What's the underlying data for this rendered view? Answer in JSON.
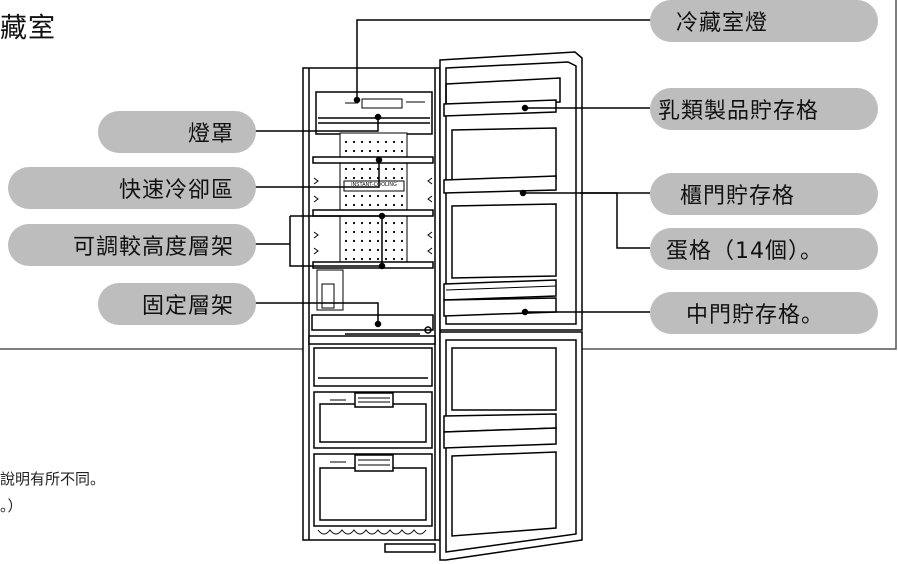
{
  "title": "藏室",
  "labels_left": {
    "lamp_cover": "燈罩",
    "quick_cool": "快速冷卻區",
    "adjustable_shelf": "可調較高度層架",
    "fixed_shelf": "固定層架"
  },
  "labels_right": {
    "fridge_lamp": "冷藏室燈",
    "dairy_compartment": "乳類製品貯存格",
    "door_bin": "櫃門貯存格",
    "egg_tray": "蛋格（14個）。",
    "middle_door_bin": "中門貯存格。"
  },
  "notes": {
    "line1": "說明有所不同。",
    "line2": "。）"
  },
  "fridge_panel_text": "INSTANT-COOLING",
  "colors": {
    "pill_fill": "#bdbdbd",
    "line": "#000000",
    "frame": "#666666"
  }
}
